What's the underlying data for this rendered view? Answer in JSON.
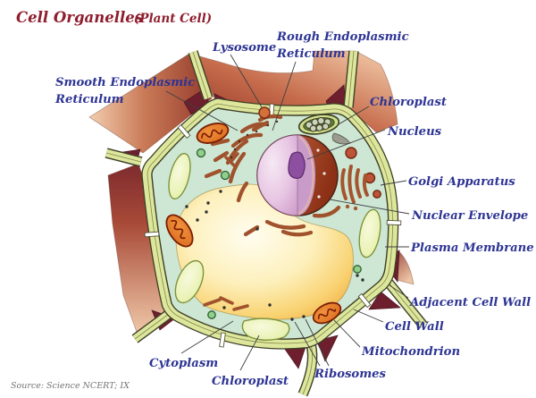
{
  "title": {
    "main": "Cell Organelles",
    "sub": "(Plant Cell)"
  },
  "source": "Source: Science NCERT; IX",
  "labels": {
    "lysosome": "Lysosome",
    "rough_er": {
      "line1": "Rough Endoplasmic",
      "line2": "Reticulum"
    },
    "smooth_er": {
      "line1": "Smooth Endoplasmic",
      "line2": "Reticulum"
    },
    "chloroplast_top": "Chloroplast",
    "nucleus": "Nucleus",
    "golgi": "Golgi Apparatus",
    "nuclear_envelope": "Nuclear Envelope",
    "plasma_membrane": "Plasma Membrane",
    "adjacent_cell_wall": "Adjacent Cell Wall",
    "cell_wall": "Cell Wall",
    "mitochondrion": "Mitochondrion",
    "ribosomes": "Ribosomes",
    "chloroplast_bottom": "Chloroplast",
    "cytoplasm": "Cytoplasm"
  },
  "colors": {
    "title": "#8e1e2e",
    "label_text": "#2d3494",
    "cell_wall_lime": "#dce79c",
    "wall_outline": "#3e3e26",
    "cytoplasm": "#cde7d4",
    "vacuole_center": "#fffcea",
    "vacuole_rim": "#f2ae45",
    "adjacent_cell_brick": "#9c3a2a",
    "adjacent_cell_salmon": "#f3cdb0",
    "junction_maroon": "#6d1f2d",
    "nucleus_face_pink": "#e7c6e3",
    "nucleus_envelope_brown": "#a8502f",
    "nucleolus_purple": "#8d4f9f",
    "mitochondrion_orange": "#e2761f",
    "chloroplast_pale": "#e9f2b4",
    "er_brown": "#a0522d",
    "vesicle_green": "#8fd08a",
    "lysosome_orange": "#d4703a"
  }
}
